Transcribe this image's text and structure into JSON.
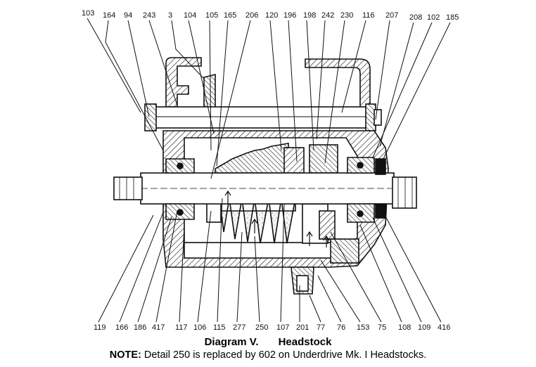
{
  "caption": {
    "title": "Diagram V.",
    "subtitle": "Headstock",
    "note_label": "NOTE:",
    "note_text": "Detail 250 is replaced by 602 on Underdrive Mk. I Headstocks."
  },
  "callouts_top": [
    "103",
    "164",
    "94",
    "243",
    "3",
    "104",
    "105",
    "165",
    "206",
    "120",
    "196",
    "198",
    "242",
    "230",
    "116",
    "207",
    "208",
    "102",
    "185"
  ],
  "callouts_bottom": [
    "119",
    "166",
    "186",
    "417",
    "117",
    "106",
    "115",
    "277",
    "250",
    "107",
    "201",
    "77",
    "76",
    "153",
    "75",
    "108",
    "109",
    "416"
  ]
}
